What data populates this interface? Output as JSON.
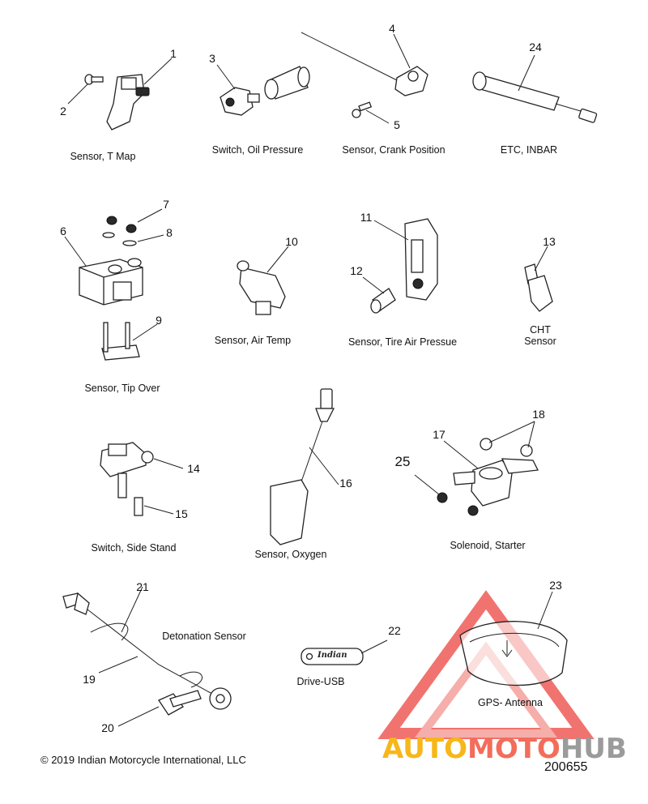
{
  "diagram": {
    "labels": {
      "l1": "Sensor, T Map",
      "l2": "Switch, Oil Pressure",
      "l3": "Sensor, Crank Position",
      "l4": "ETC, INBAR",
      "l5": "Sensor, Tip Over",
      "l6": "Sensor, Air Temp",
      "l7": "Sensor, Tire Air Pressue",
      "l8": "CHT\nSensor",
      "l9": "Switch, Side Stand",
      "l10": "Sensor, Oxygen",
      "l11": "Solenoid, Starter",
      "l12": "Detonation Sensor",
      "l13": "Drive-USB",
      "l14": "GPS- Antenna"
    },
    "callouts": [
      "1",
      "2",
      "3",
      "4",
      "5",
      "24",
      "6",
      "7",
      "8",
      "9",
      "10",
      "11",
      "12",
      "13",
      "14",
      "15",
      "16",
      "17",
      "18",
      "25",
      "19",
      "20",
      "21",
      "22",
      "23"
    ],
    "copyright": "© 2019 Indian Motorcycle International, LLC",
    "reference_number": "200655",
    "usb_brand": "Indian",
    "watermark": {
      "part_auto": "AUTO",
      "part_moto": "MOTO",
      "part_hub": "HUB",
      "colors": {
        "auto": "#f7b71a",
        "moto": "#f26d5b",
        "hub": "#9b9b9b",
        "triangle": "#ef5b57"
      }
    }
  }
}
